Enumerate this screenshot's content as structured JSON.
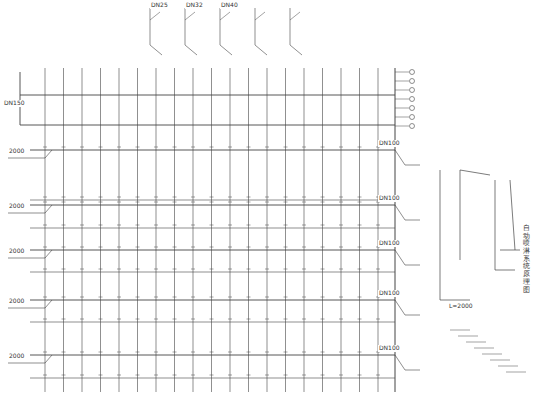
{
  "diagram": {
    "labels": [
      "2000",
      "2000",
      "2000",
      "2000",
      "2000",
      "DN150",
      "DN100",
      "DN100",
      "DN100",
      "DN100",
      "DN100",
      "自动喷淋系统原理图",
      "L=2000",
      "DN25",
      "DN32",
      "DN40"
    ]
  }
}
